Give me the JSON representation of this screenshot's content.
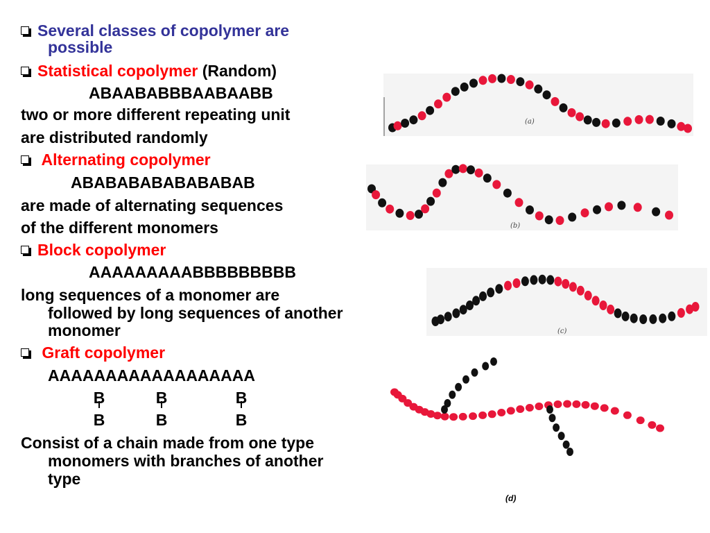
{
  "bullets": {
    "intro": "Several classes of copolymer are",
    "intro_cont": "possible",
    "statistical_title": "Statistical copolymer",
    "statistical_suffix": " (Random)",
    "alternating_title": " Alternating copolymer",
    "block_title": "Block copolymer",
    "graft_title": " Graft copolymer"
  },
  "sequences": {
    "statistical": "ABAABABBBAABAABB",
    "alternating": "ABABABABABABABAB",
    "block": "AAAAAAAAABBBBBBBBB",
    "graft_backbone": "AAAAAAAAAAAAAAAAAA",
    "graft_branch": "B"
  },
  "descriptions": {
    "statistical_1": "two or more different repeating unit",
    "statistical_2": "are distributed randomly",
    "alternating_1": "are made of alternating sequences",
    "alternating_2": "of the different monomers",
    "block_1": "long sequences of a monomer are",
    "block_2": "followed by long sequences of another",
    "block_3": "monomer",
    "graft_1": "Consist of a chain made from one type",
    "graft_2": "monomers with branches of another",
    "graft_3": "type"
  },
  "figure_labels": {
    "a": "(a)",
    "b": "(b)",
    "c": "(c)",
    "d": "(d)"
  },
  "colors": {
    "red_bead": "#e8173a",
    "black_bead": "#111111",
    "heading_red": "#ff0000",
    "intro_blue": "#333399"
  }
}
